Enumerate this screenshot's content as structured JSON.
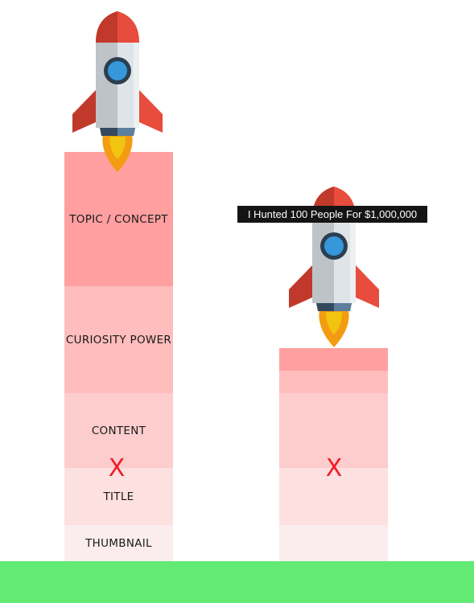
{
  "colors": {
    "segment_1": "#ff9f9f",
    "segment_2": "#ffbdbd",
    "segment_3": "#fdcdcd",
    "segment_4": "#fde0e0",
    "segment_5": "#fbeded",
    "ground": "#63ea74",
    "x_mark": "#ee1c24"
  },
  "left_stack": {
    "labels": [
      "TOPIC / CONCEPT",
      "CURIOSITY POWER",
      "CONTENT",
      "TITLE",
      "THUMBNAIL"
    ],
    "x_mark": "X"
  },
  "right_stack": {
    "title_tag": "I Hunted 100 People For $1,000,000",
    "x_mark": "X"
  },
  "rocket_icon": "rocket-icon"
}
